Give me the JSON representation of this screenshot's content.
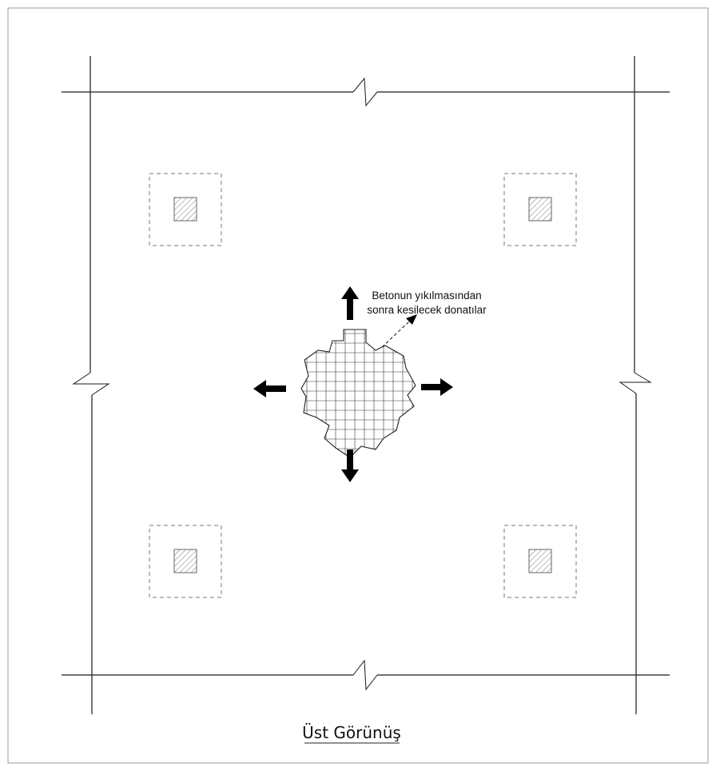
{
  "annotation": {
    "line1": "Betonun yıkılmasından",
    "line2": "sonra kesilecek donatılar"
  },
  "caption": "Üst Görünüş",
  "icons": {
    "up": "arrow-up-icon",
    "down": "arrow-down-icon",
    "left": "arrow-left-icon",
    "right": "arrow-right-icon"
  }
}
